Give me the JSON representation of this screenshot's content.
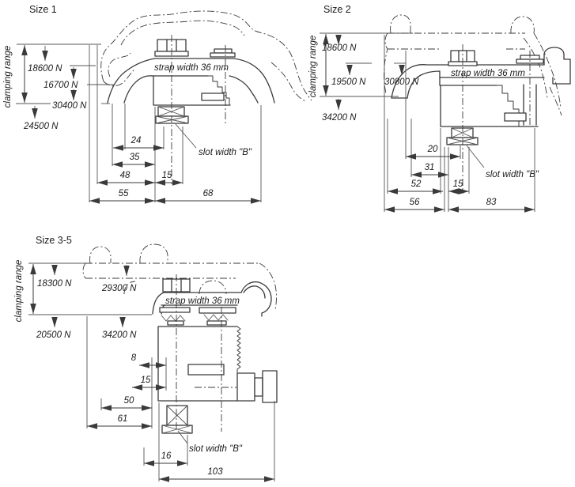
{
  "page": {
    "background": "#ffffff",
    "line_color": "#3a3a3a",
    "text_color": "#1b1b1b"
  },
  "size1": {
    "title": "Size 1",
    "clamping_range_label": "clamping range",
    "force_top": "18600 N",
    "force_mid": "16700 N",
    "force_bottom": "30400 N",
    "force_below": "24500 N",
    "strap_width_label": "strap width 36 mm",
    "slot_width_label": "slot width \"B\"",
    "dims": {
      "d1": "24",
      "d2": "35",
      "d3": "48",
      "d4": "15",
      "d5": "55",
      "d6": "68"
    }
  },
  "size2": {
    "title": "Size 2",
    "clamping_range_label": "clamping range",
    "force_top": "18600 N",
    "force_mid_left": "19500 N",
    "force_mid_right": "30800 N",
    "force_below": "34200 N",
    "strap_width_label": "strap width 36 mm",
    "slot_width_label": "slot width \"B\"",
    "dims": {
      "d1": "20",
      "d2": "31",
      "d3": "52",
      "d4": "15",
      "d5": "56",
      "d6": "83"
    }
  },
  "size35": {
    "title": "Size 3-5",
    "clamping_range_label": "clamping range",
    "force_top": "18300 N",
    "force_mid_right": "29300 N",
    "force_below_left": "20500 N",
    "force_below_right": "34200 N",
    "strap_width_label": "strap width 36 mm",
    "slot_width_label": "slot width \"B\"",
    "dims": {
      "d1": "8",
      "d2": "15",
      "d3": "50",
      "d4": "61",
      "d5": "16",
      "d6": "103"
    }
  }
}
